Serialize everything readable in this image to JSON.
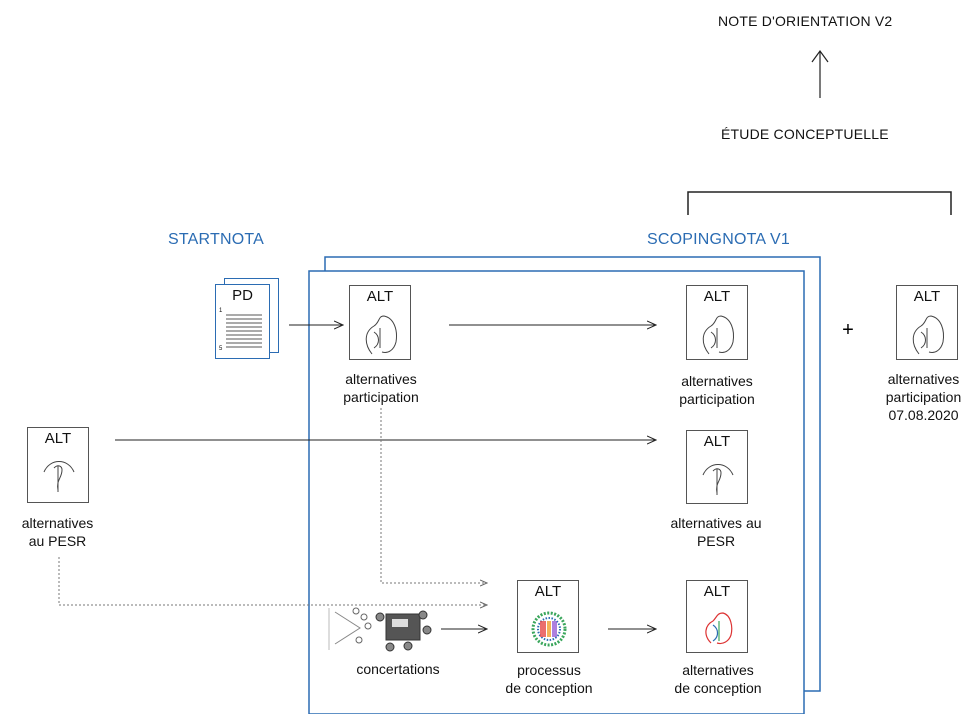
{
  "headings": {
    "note_orientation": "NOTE D'ORIENTATION V2",
    "etude_conceptuelle": "ÉTUDE CONCEPTUELLE",
    "startnota": "STARTNOTA",
    "scopingnota": "SCOPINGNOTA V1"
  },
  "doc_codes": {
    "pd": "PD",
    "alt": "ALT"
  },
  "pd_numbers": {
    "first": "1",
    "last": "5"
  },
  "plus_sign": "+",
  "labels": {
    "alt_participation_left": [
      "alternatives",
      "participation"
    ],
    "alt_participation_mid": [
      "alternatives",
      "participation"
    ],
    "alt_participation_right": [
      "alternatives",
      "participation",
      "07.08.2020"
    ],
    "alt_pesr_left": [
      "alternatives",
      "au PESR"
    ],
    "alt_pesr_mid": [
      "alternatives au",
      "PESR"
    ],
    "concertations": "concertations",
    "processus": [
      "processus",
      "de conception"
    ],
    "alt_conception": [
      "alternatives",
      "de conception"
    ]
  },
  "colors": {
    "frame_blue": "#2b6cb3",
    "line": "#222222",
    "dotted": "#777777"
  }
}
